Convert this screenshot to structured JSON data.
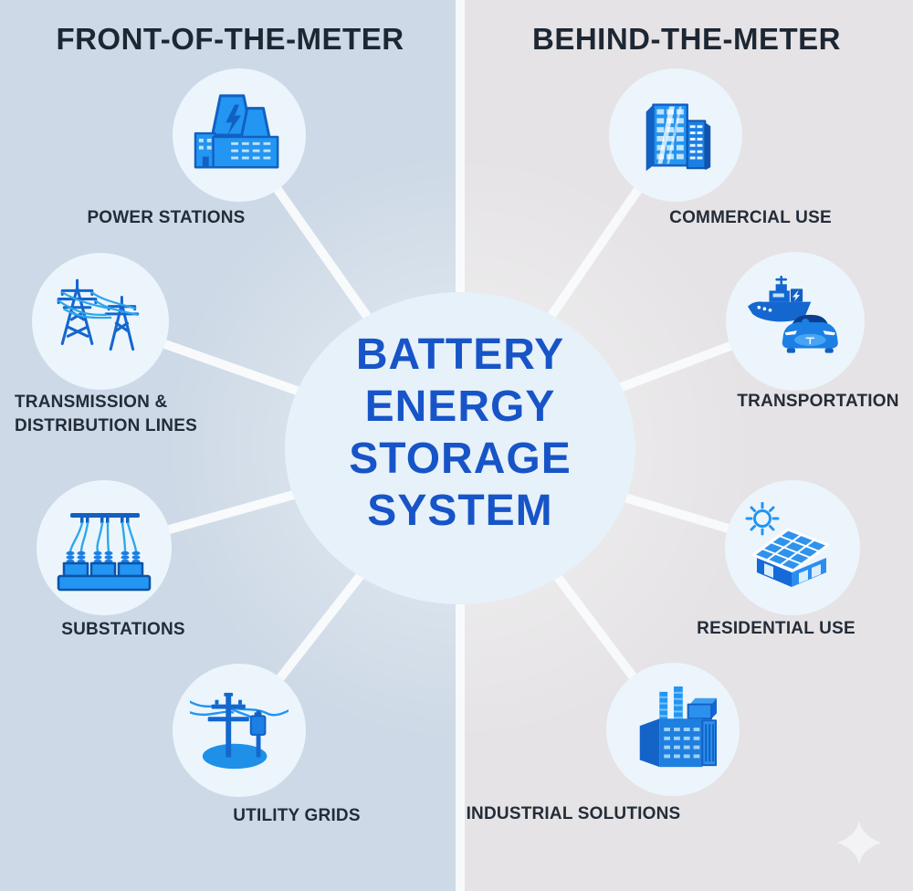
{
  "headers": {
    "left": "FRONT-OF-THE-METER",
    "right": "BEHIND-THE-METER"
  },
  "center_circle": {
    "lines": [
      "BATTERY",
      "ENERGY",
      "STORAGE",
      "SYSTEM"
    ]
  },
  "front_of_meter": {
    "items": [
      {
        "label": "POWER STATIONS",
        "icon": "power-plant-icon"
      },
      {
        "label": "TRANSMISSION & DISTRIBUTION LINES",
        "icon": "transmission-towers-icon"
      },
      {
        "label": "SUBSTATIONS",
        "icon": "substation-transformers-icon"
      },
      {
        "label": "UTILITY GRIDS",
        "icon": "utility-pole-icon"
      }
    ]
  },
  "behind_the_meter": {
    "items": [
      {
        "label": "COMMERCIAL USE",
        "icon": "office-buildings-icon"
      },
      {
        "label": "TRANSPORTATION",
        "icon": "electric-ship-and-car-icon"
      },
      {
        "label": "RESIDENTIAL USE",
        "icon": "solar-house-sun-icon"
      },
      {
        "label": "INDUSTRIAL SOLUTIONS",
        "icon": "factory-icon"
      }
    ]
  },
  "decor": {
    "sparkle": "four-pointed-star-icon"
  },
  "colors": {
    "left_background": "#cdd9e6",
    "right_background": "#e5e3e5",
    "connector_line": "#f7f9fb",
    "node_circle_fill": "#ecf5fc",
    "center_circle_fill": "#e7f1f9",
    "icon_blue": "#2395f2",
    "icon_blue_medium": "#1b7fe4",
    "icon_blue_dark": "#1260c2",
    "icon_wire_cyan": "#2fa7ea",
    "center_text": "#1754c8",
    "heading_text": "#1d2733",
    "label_text": "#242c39"
  }
}
